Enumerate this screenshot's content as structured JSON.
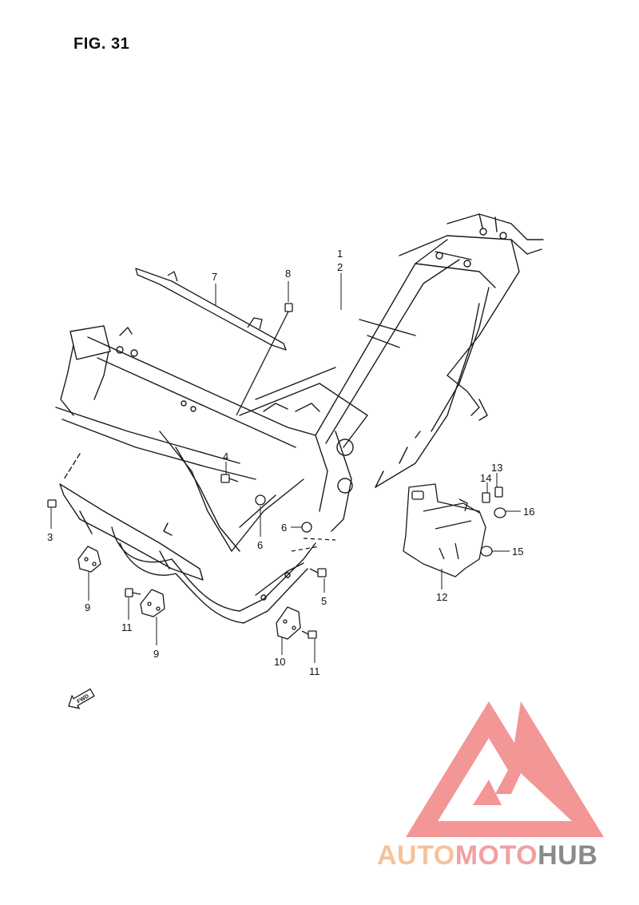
{
  "figure": {
    "title": "FIG. 31",
    "fwd_label": "FWD"
  },
  "callouts": [
    "1",
    "2",
    "3",
    "4",
    "5",
    "6",
    "6",
    "7",
    "8",
    "9",
    "9",
    "10",
    "11",
    "11",
    "12",
    "13",
    "14",
    "15",
    "16"
  ],
  "watermark": {
    "part1": "AUTO",
    "part2": "MOTO",
    "part3": "HUB",
    "colors": {
      "auto": "#f6c29a",
      "moto": "#f2a0a0",
      "hub": "#8a8a8a",
      "logo": "#f28b8b"
    }
  }
}
